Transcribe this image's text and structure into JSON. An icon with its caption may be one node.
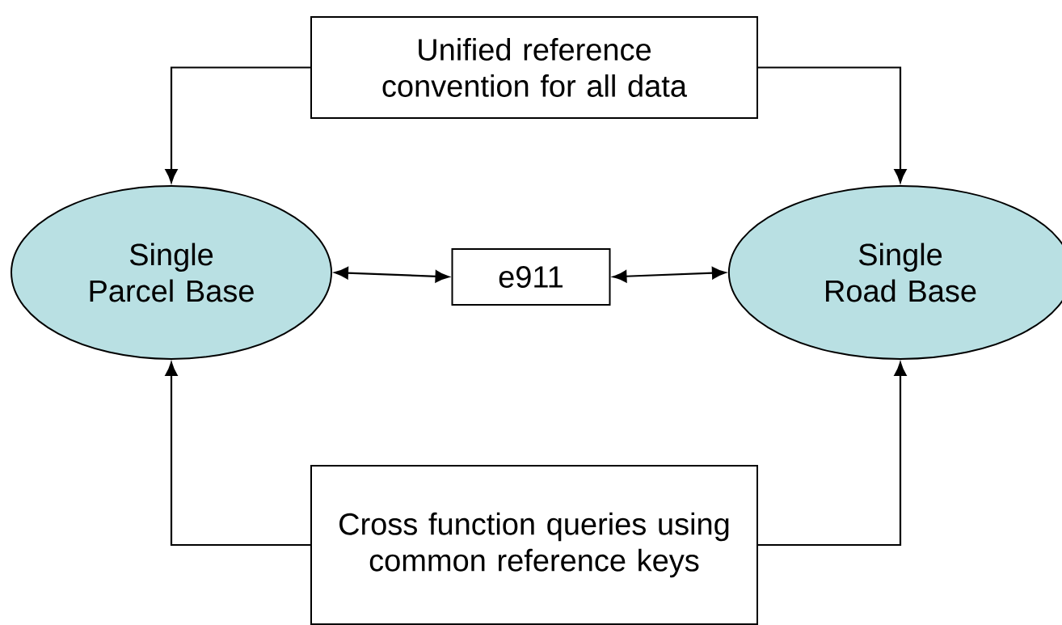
{
  "diagram": {
    "nodes": [
      {
        "text": [
          "Unified reference convention for all data"
        ]
      },
      {
        "text": [
          "Single Parcel Base"
        ]
      },
      {
        "text": [
          "e911"
        ]
      },
      {
        "text": [
          "Single Road Base"
        ]
      },
      {
        "text": [
          "Cross function queries using common reference keys"
        ]
      }
    ],
    "edges": [
      {
        "from": 0,
        "to": 1,
        "arrow": "to"
      },
      {
        "from": 0,
        "to": 3,
        "arrow": "to"
      },
      {
        "from": 1,
        "to": 2,
        "arrow": "both"
      },
      {
        "from": 2,
        "to": 3,
        "arrow": "both"
      },
      {
        "from": 4,
        "to": 1,
        "arrow": "to"
      },
      {
        "from": 4,
        "to": 3,
        "arrow": "to"
      }
    ]
  }
}
